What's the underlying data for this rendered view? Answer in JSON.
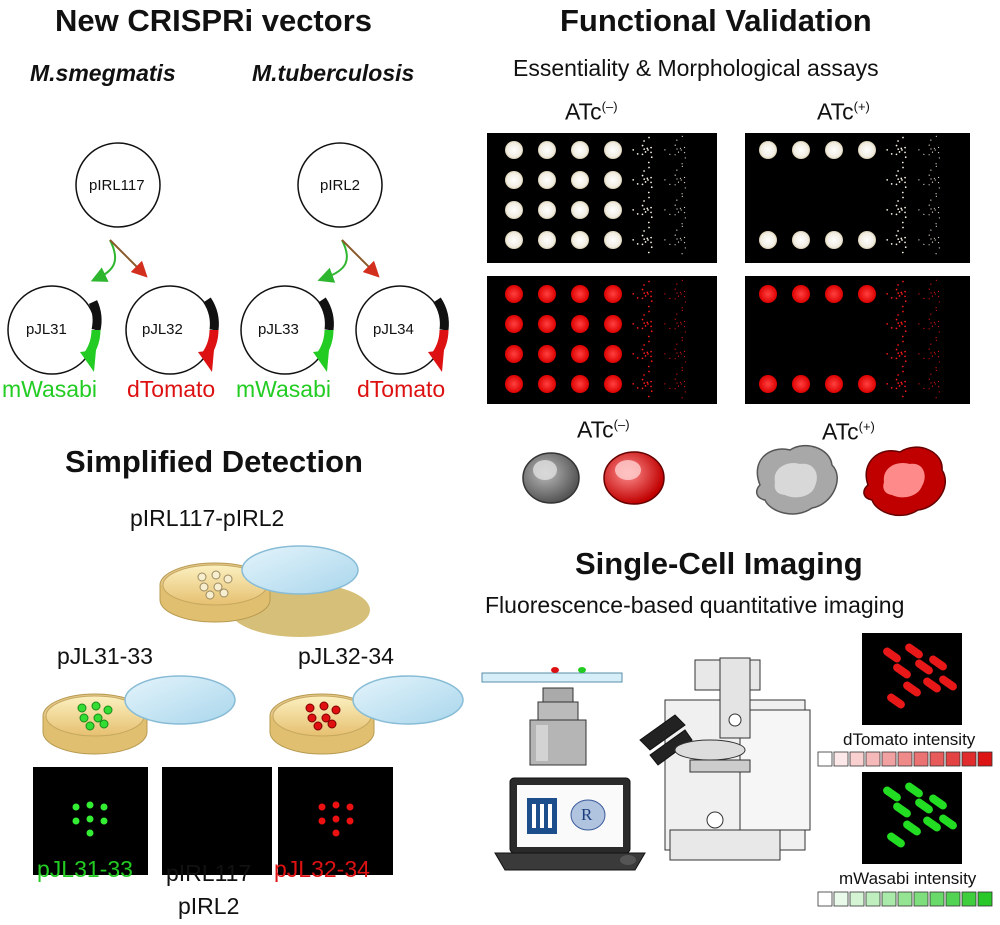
{
  "sections": {
    "vectors": {
      "title": "New CRISPRi vectors",
      "species": [
        "M.smegmatis",
        "M.tuberculosis"
      ],
      "parents": [
        "pIRL117",
        "pIRL2"
      ],
      "plasmids": [
        "pJL31",
        "pJL32",
        "pJL33",
        "pJL34"
      ],
      "reporters": [
        "mWasabi",
        "dTomato",
        "mWasabi",
        "dTomato"
      ]
    },
    "validation": {
      "title": "Functional Validation",
      "subtitle": "Essentiality & Morphological assays",
      "atc_label": "ATc",
      "atc_minus": "(–)",
      "atc_plus": "(+)"
    },
    "detection": {
      "title": "Simplified Detection",
      "plate_labels": [
        "pIRL117-pIRL2",
        "pJL31-33",
        "pJL32-34"
      ],
      "bottom_labels": [
        "pJL31-33",
        "pIRL117",
        "pIRL2",
        "pJL32-34"
      ]
    },
    "imaging": {
      "title": "Single-Cell Imaging",
      "subtitle": "Fluorescence-based quantitative imaging",
      "intensity_labels": [
        "dTomato intensity",
        "mWasabi intensity"
      ],
      "software_letter": "R"
    }
  },
  "colors": {
    "green": "#22cc22",
    "red": "#dd1111",
    "agar": "#f5e6a8",
    "dish": "#bfe3f3"
  }
}
